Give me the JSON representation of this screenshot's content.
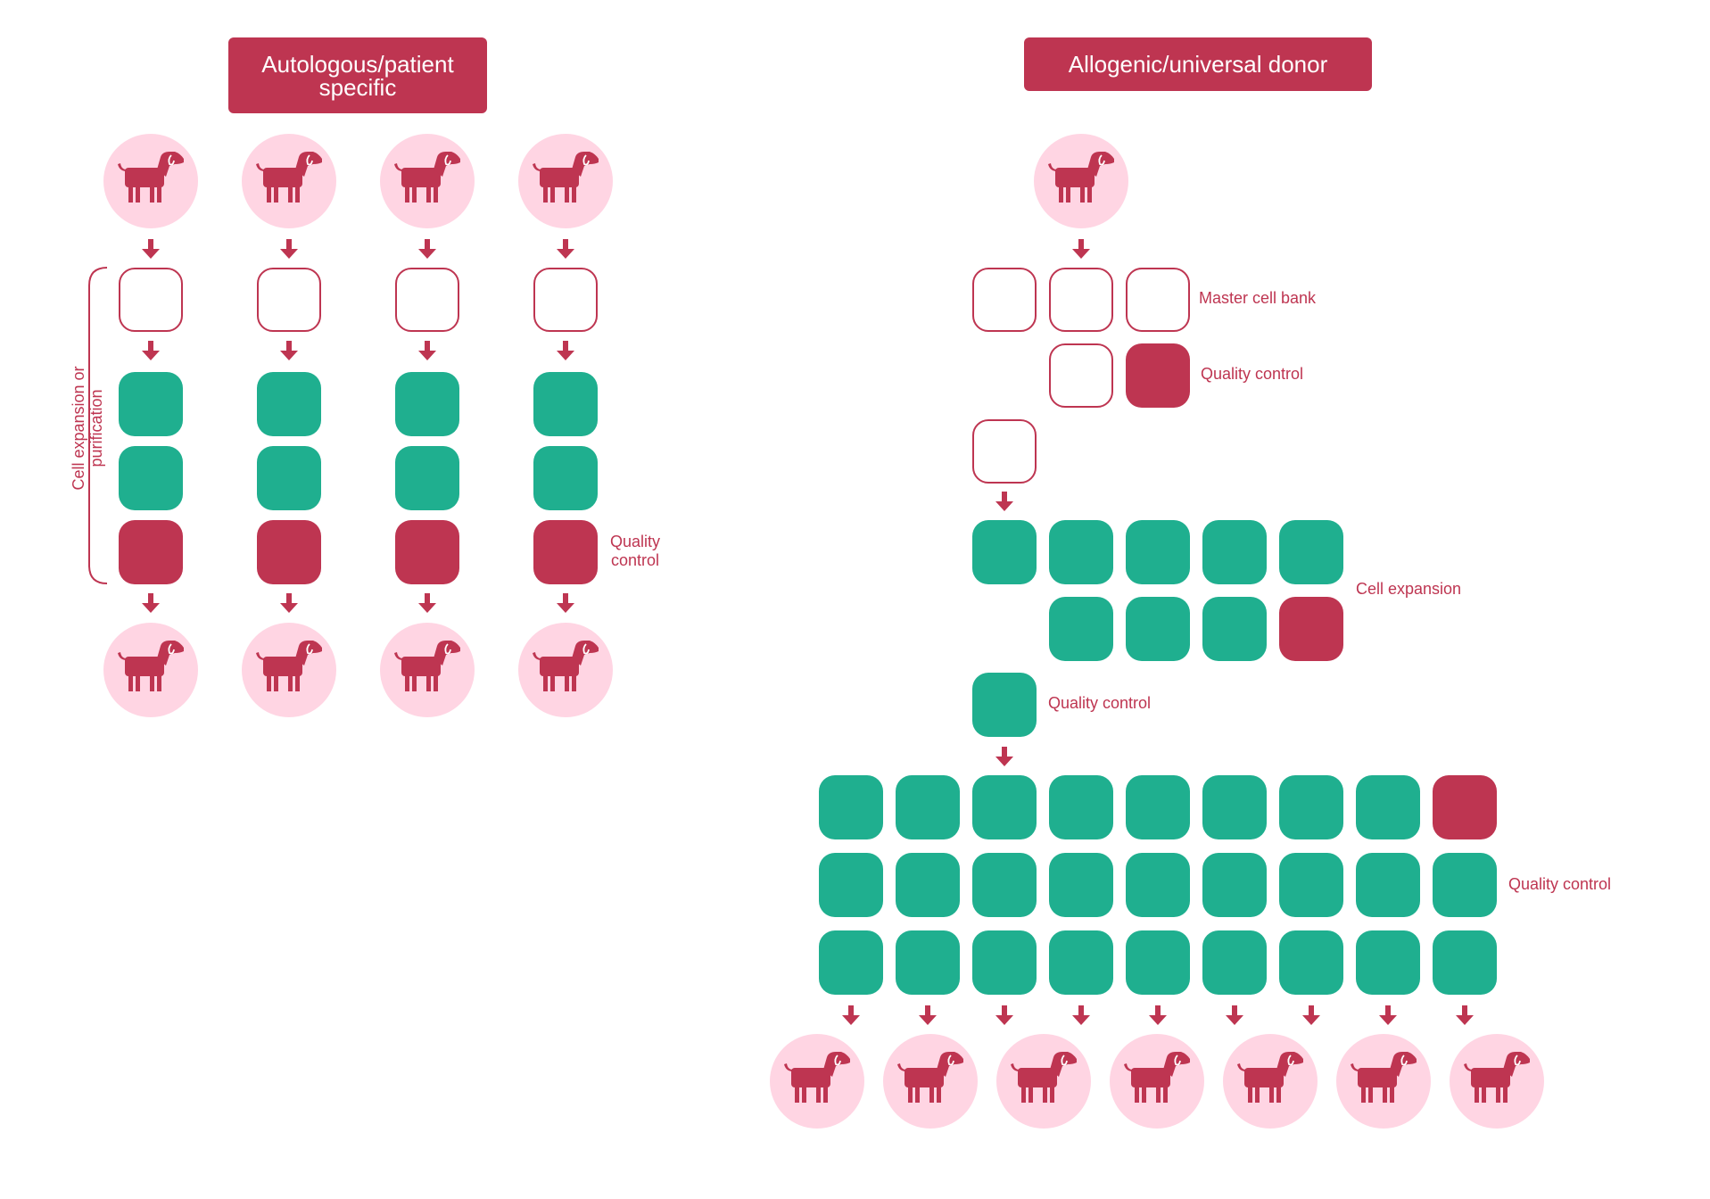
{
  "autologous": {
    "title_line1": "Autologous/patient",
    "title_line2": "specific",
    "side_label_line1": "Cell expansion or",
    "side_label_line2": "purification",
    "qc_line1": "Quality",
    "qc_line2": "control",
    "columns": 4,
    "column_steps": [
      "empty",
      "green",
      "green",
      "red"
    ]
  },
  "allogenic": {
    "title": "Allogenic/universal donor",
    "master_cell_bank_label": "Master cell bank",
    "quality_control_label_1": "Quality control",
    "cell_expansion_label": "Cell expansion",
    "quality_control_label_2": "Quality control",
    "quality_control_label_3": "Quality control",
    "final_patients": 7
  },
  "colors": {
    "brand_red": "#be3551",
    "teal": "#1faf8f",
    "patient_circle": "#ffd5e3"
  },
  "icons": {
    "patient": "dog-icon",
    "flow": "arrow-down-icon"
  }
}
